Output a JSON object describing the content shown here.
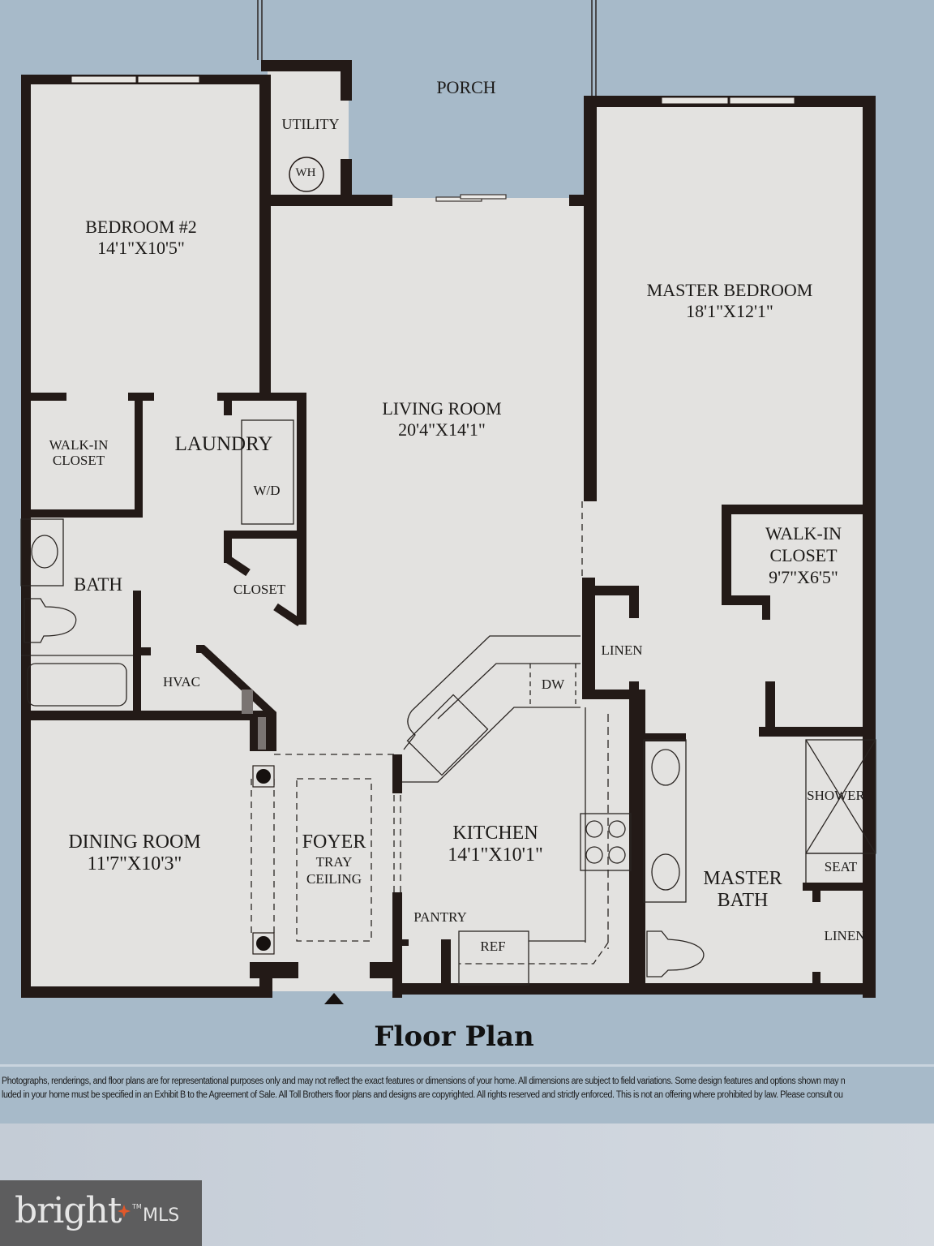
{
  "title": "Floor Plan",
  "rooms": {
    "porch": {
      "name": "PORCH"
    },
    "utility": {
      "name": "UTILITY",
      "fixture": "WH"
    },
    "bedroom2": {
      "name": "BEDROOM #2",
      "dims": "14'1\"X10'5\""
    },
    "living": {
      "name": "LIVING ROOM",
      "dims": "20'4\"X14'1\""
    },
    "master_bedroom": {
      "name": "MASTER BEDROOM",
      "dims": "18'1\"X12'1\""
    },
    "walkin_closet_small": {
      "line1": "WALK-IN",
      "line2": "CLOSET"
    },
    "laundry": {
      "name": "LAUNDRY",
      "fixture": "W/D"
    },
    "closet": {
      "name": "CLOSET"
    },
    "bath": {
      "name": "BATH"
    },
    "hvac": {
      "name": "HVAC"
    },
    "master_walkin": {
      "line1": "WALK-IN",
      "line2": "CLOSET",
      "dims": "9'7\"X6'5\""
    },
    "linen_hall": {
      "name": "LINEN"
    },
    "dw": {
      "name": "DW"
    },
    "dining": {
      "name": "DINING ROOM",
      "dims": "11'7\"X10'3\""
    },
    "foyer": {
      "name": "FOYER",
      "line2": "TRAY",
      "line3": "CEILING"
    },
    "kitchen": {
      "name": "KITCHEN",
      "dims": "14'1\"X10'1\""
    },
    "pantry": {
      "name": "PANTRY"
    },
    "ref": {
      "name": "REF"
    },
    "shower": {
      "name": "SHOWER"
    },
    "seat": {
      "name": "SEAT"
    },
    "master_bath": {
      "line1": "MASTER",
      "line2": "BATH"
    },
    "linen_bath": {
      "name": "LINEN"
    }
  },
  "disclaimer": {
    "line1": "Photographs, renderings, and floor plans are for representational purposes only and may not reflect the exact features or dimensions of your home. All dimensions are subject to field variations. Some design features and options shown may n",
    "line2": "luded in your home must be specified in an Exhibit B to the Agreement of Sale. All Toll Brothers floor plans and designs are copyrighted. All rights reserved and strictly enforced. This is not an offering where prohibited by law. Please consult ou"
  },
  "logo": {
    "word": "bright",
    "suffix": "MLS",
    "tm": "TM"
  },
  "colors": {
    "wall": "#231a17",
    "floor": "#e3e2e0",
    "background": "#a7bac9",
    "logo_bg": "#5d5d5e",
    "logo_star": "#e2582a"
  }
}
